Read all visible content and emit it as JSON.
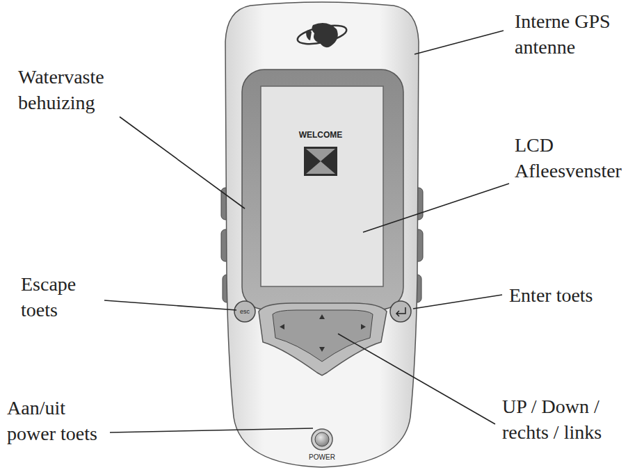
{
  "diagram": {
    "labels": [
      "Interne GPS antenne",
      "WELCOME",
      "Watervaste behuizing",
      "LCD Afleesvenster",
      "Escape toets",
      "esc",
      "Enter toets",
      "Aan/uit power toets",
      "UP / Down / rechts / links",
      "POWER"
    ]
  }
}
